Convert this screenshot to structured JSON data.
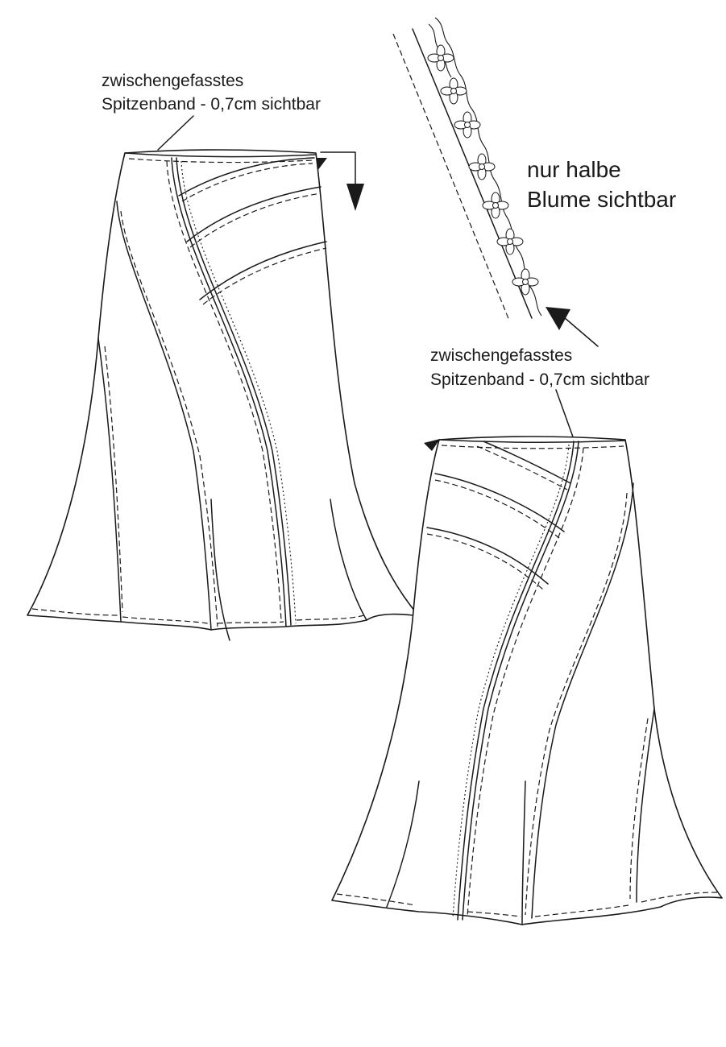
{
  "annotations": {
    "top_left_label": {
      "line1": "zwischengefasstes",
      "line2": "Spitzenband - 0,7cm sichtbar"
    },
    "flower_note": {
      "line1": "nur halbe",
      "line2": "Blume sichtbar"
    },
    "middle_right_label": {
      "line1": "zwischengefasstes",
      "line2": "Spitzenband - 0,7cm sichtbar"
    }
  },
  "colors": {
    "line": "#1a1a1a",
    "background": "#ffffff"
  }
}
